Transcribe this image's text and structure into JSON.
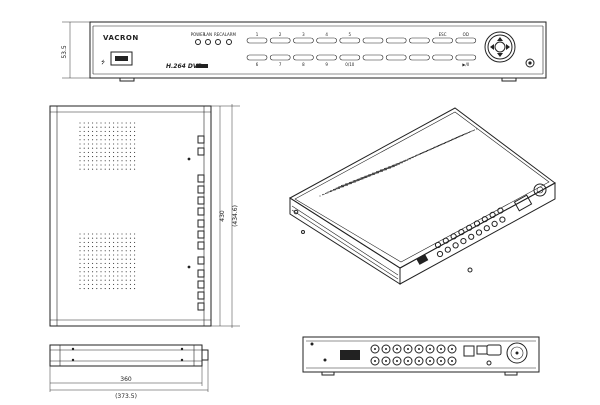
{
  "brand": "VACRON",
  "model_label": "H.264 DVR",
  "led_labels": [
    "POWER",
    "LAN",
    "REC",
    "ALARM"
  ],
  "top_button_labels": [
    "1",
    "2",
    "3",
    "4",
    "5",
    "",
    "",
    "",
    "ESC",
    "OD"
  ],
  "bottom_button_labels": [
    "6",
    "7",
    "8",
    "9",
    "0/10",
    "",
    "",
    "",
    "",
    "▶/II"
  ],
  "dimensions": {
    "front_height": "53.5",
    "side_height": "430",
    "side_height_total": "(434.6)",
    "rear_width": "360",
    "rear_width_total": "(373.5)"
  }
}
